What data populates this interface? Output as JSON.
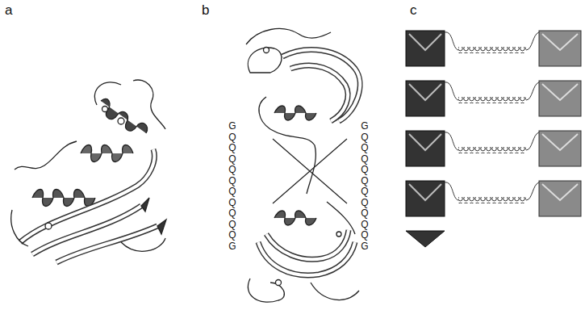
{
  "diagram": {
    "labels": [
      "a",
      "b",
      "c",
      "GQQQQQQQQQQG",
      "GQQQQQQQQQQG"
    ]
  }
}
